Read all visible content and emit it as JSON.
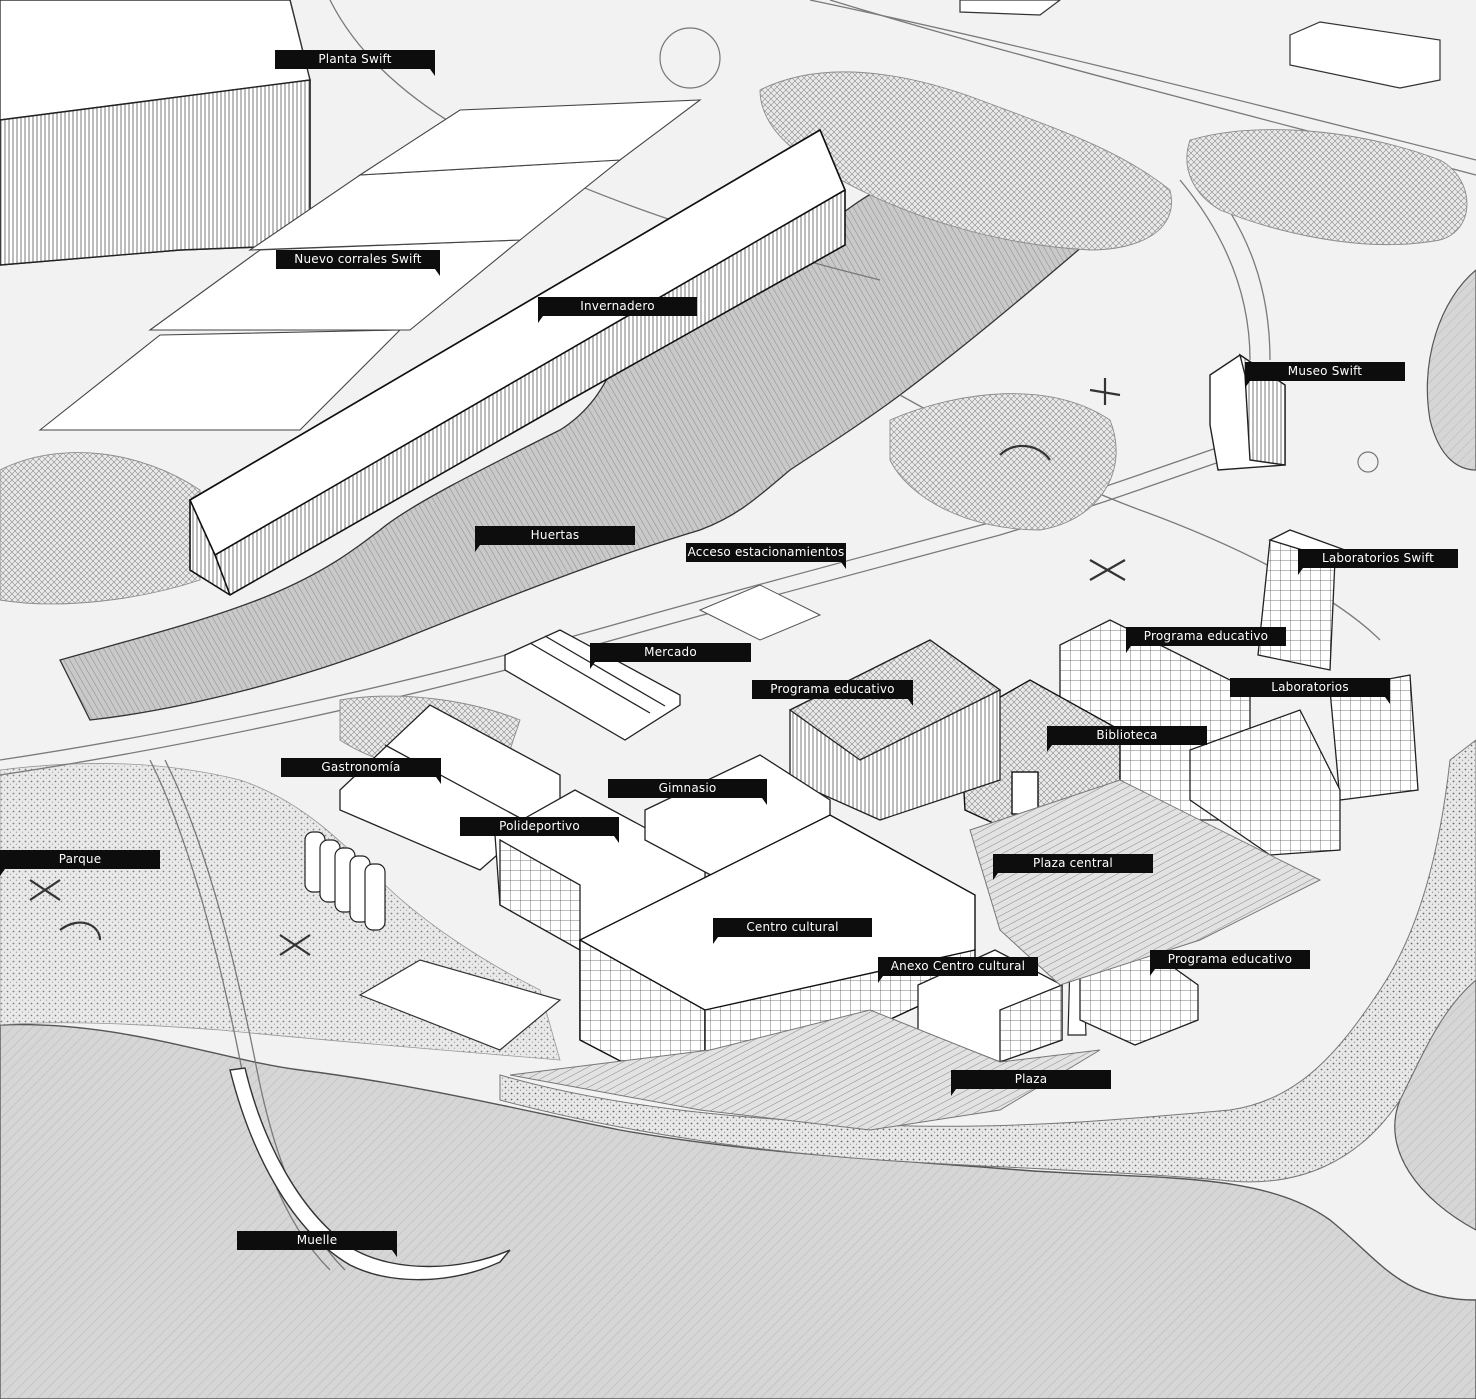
{
  "labels": {
    "planta_swift": "Planta Swift",
    "nuevo_corrales_swift": "Nuevo corrales Swift",
    "invernadero": "Invernadero",
    "museo_swift": "Museo Swift",
    "huertas": "Huertas",
    "acceso_estacionamientos": "Acceso estacionamientos",
    "laboratorios_swift": "Laboratorios Swift",
    "programa_educativo_1": "Programa educativo",
    "mercado": "Mercado",
    "programa_educativo_2": "Programa educativo",
    "laboratorios": "Laboratorios",
    "biblioteca": "Biblioteca",
    "gastronomia": "Gastronomía",
    "gimnasio": "Gimnasio",
    "polideportivo": "Polideportivo",
    "parque": "Parque",
    "plaza_central": "Plaza central",
    "centro_cultural": "Centro cultural",
    "anexo_centro_cultural": "Anexo Centro cultural",
    "programa_educativo_3": "Programa educativo",
    "plaza": "Plaza",
    "muelle": "Muelle"
  },
  "colors": {
    "water": "#d4d4d4",
    "ground": "#f2f2f2",
    "vegetation": "#d9d9d9",
    "building": "#ffffff",
    "ink": "#111111",
    "label_bg": "#0d0d0d",
    "label_text": "#ffffff"
  }
}
